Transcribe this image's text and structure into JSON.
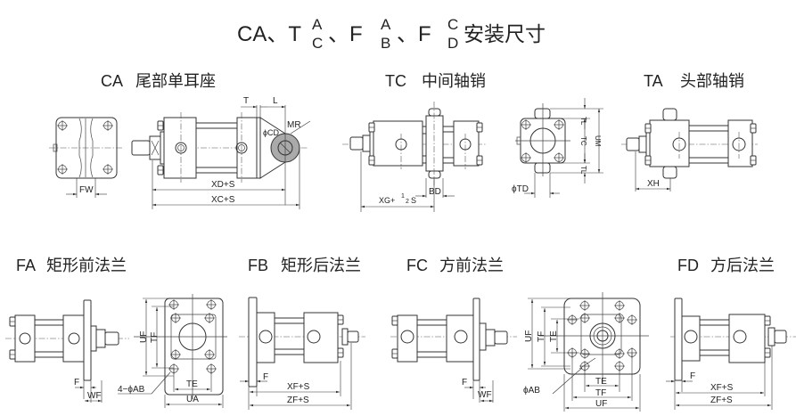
{
  "title": {
    "prefix": "CA、T",
    "frac1_top": "A",
    "frac1_bottom": "C",
    "sep1": "、F",
    "frac2_top": "A",
    "frac2_bottom": "B",
    "sep2": "、F",
    "frac3_top": "C",
    "frac3_bottom": "D",
    "suffix": "安装尺寸"
  },
  "sections": {
    "ca": {
      "code": "CA",
      "name": "尾部单耳座",
      "dims": {
        "fw": "FW",
        "t": "T",
        "l": "L",
        "mr": "MR",
        "cd": "ϕCD",
        "xd": "XD+S",
        "xc": "XC+S"
      }
    },
    "tc": {
      "code": "TC",
      "name": "中间轴销",
      "dims": {
        "xg": "XG+",
        "xg_frac_num": "1",
        "xg_frac_den": "2",
        "xg_s": "S",
        "bd": "BD",
        "td": "ϕTD",
        "tl_top": "TL",
        "tc": "TC",
        "um": "UM",
        "tl_bottom": "TL"
      }
    },
    "ta": {
      "code": "TA",
      "name": "头部轴销",
      "dims": {
        "xh": "XH"
      }
    },
    "fa": {
      "code": "FA",
      "name": "矩形前法兰",
      "dims": {
        "f": "F",
        "wf": "WF",
        "uf": "UF",
        "tf": "TF",
        "te": "TE",
        "ua": "UA",
        "ab": "4−ϕAB"
      }
    },
    "fb": {
      "code": "FB",
      "name": "矩形后法兰",
      "dims": {
        "f": "F",
        "xf": "XF+S",
        "zf": "ZF+S"
      }
    },
    "fc": {
      "code": "FC",
      "name": "方前法兰",
      "dims": {
        "f": "F",
        "wf": "WF"
      }
    },
    "fd": {
      "code": "FD",
      "name": "方后法兰",
      "dims": {
        "uf": "UF",
        "tf": "TF",
        "te": "TE",
        "te_h": "TE",
        "tf_h": "TF",
        "uf_h": "UF",
        "ab": "ϕAB",
        "f": "F",
        "xf": "XF+S",
        "zf": "ZF+S"
      }
    }
  }
}
